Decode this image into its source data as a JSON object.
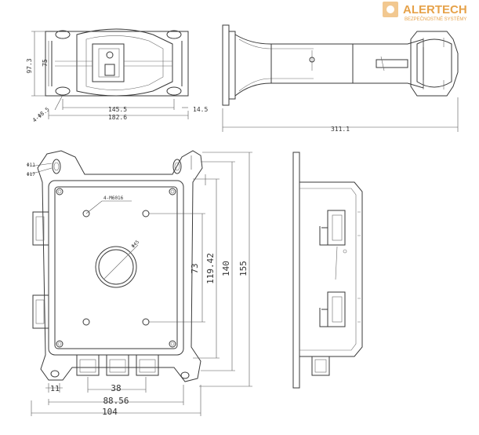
{
  "logo": {
    "name": "ALERTECH",
    "tagline": "BEZPEČNOSTNÉ SYSTÉMY",
    "color": "#e6a24a"
  },
  "top_left_view": {
    "dims": {
      "height_outer": "97.3",
      "height_inner": "75",
      "width_inner": "145.5",
      "width_outer": "182.6",
      "hole": "4-Φ8.5",
      "edge": "14.5"
    }
  },
  "side_bracket_view": {
    "dims": {
      "length": "311.1"
    }
  },
  "front_view": {
    "dims": {
      "hole_11": "Φ11",
      "hole_17": "Φ17",
      "thread": "4-M6016",
      "center_hole": "Φ45",
      "h_73": "73",
      "h_119": "119.42",
      "h_140": "140",
      "h_155": "155",
      "w_11": "11",
      "w_38": "38",
      "w_88": "88.56",
      "w_104": "104"
    }
  }
}
